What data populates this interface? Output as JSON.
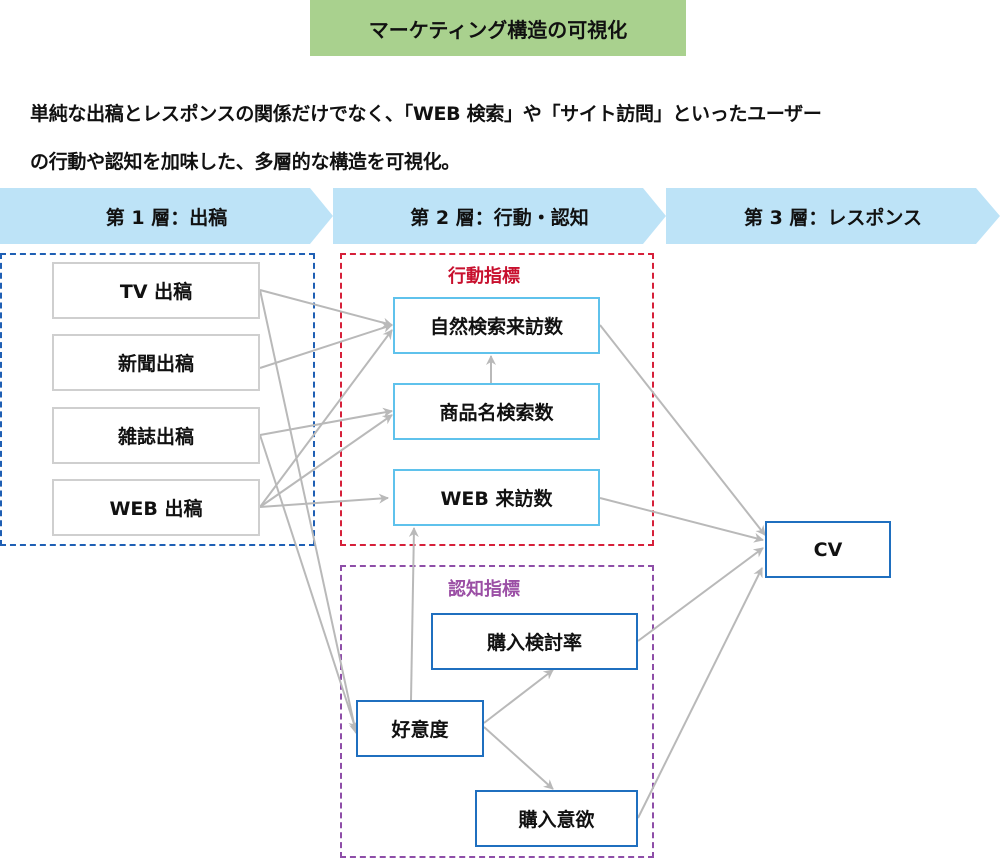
{
  "title": "マーケティング構造の可視化",
  "description": {
    "line1": "単純な出稿とレスポンスの関係だけでなく、「WEB 検索」や「サイト訪問」といったユーザー",
    "line2": "の行動や認知を加味した、多層的な構造を可視化。"
  },
  "layers": [
    {
      "label": "第 1 層：出稿"
    },
    {
      "label": "第 2 層：行動・認知"
    },
    {
      "label": "第 3 層：レスポンス"
    }
  ],
  "groups": {
    "behavior": {
      "label": "行動指標",
      "color": "#c8102e"
    },
    "cognition": {
      "label": "認知指標",
      "color": "#9b4fa5"
    }
  },
  "nodes": {
    "tv": "TV 出稿",
    "newspaper": "新聞出稿",
    "magazine": "雑誌出稿",
    "web_ad": "WEB 出稿",
    "organic": "自然検索来訪数",
    "brand_search": "商品名検索数",
    "web_visit": "WEB 来訪数",
    "favor": "好意度",
    "consider": "購入検討率",
    "intent": "購入意欲",
    "cv": "CV"
  },
  "edges": [
    [
      "tv",
      "organic"
    ],
    [
      "tv",
      "favor"
    ],
    [
      "newspaper",
      "organic"
    ],
    [
      "magazine",
      "brand_search"
    ],
    [
      "magazine",
      "favor"
    ],
    [
      "web_ad",
      "organic"
    ],
    [
      "web_ad",
      "brand_search"
    ],
    [
      "web_ad",
      "web_visit"
    ],
    [
      "brand_search",
      "organic"
    ],
    [
      "favor",
      "web_visit"
    ],
    [
      "favor",
      "consider"
    ],
    [
      "favor",
      "intent"
    ],
    [
      "organic",
      "cv"
    ],
    [
      "web_visit",
      "cv"
    ],
    [
      "consider",
      "cv"
    ],
    [
      "intent",
      "cv"
    ]
  ]
}
